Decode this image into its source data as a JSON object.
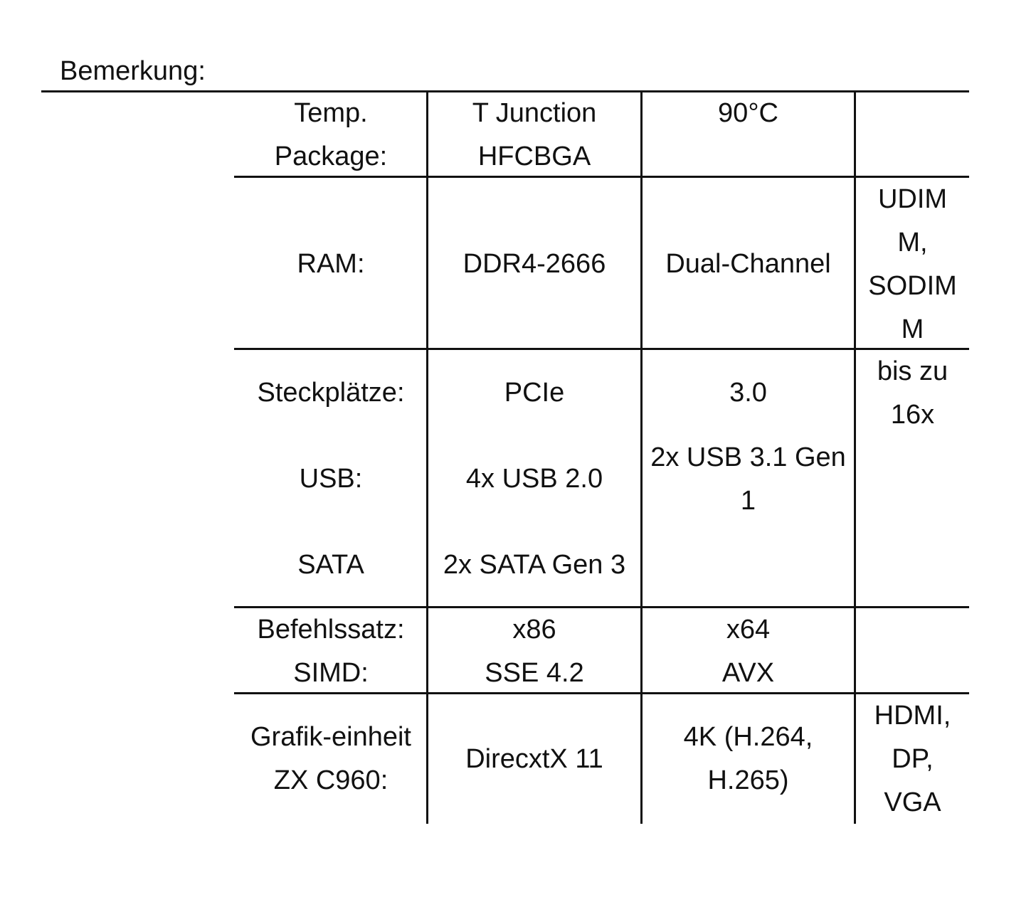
{
  "remark_label": "Bemerkung:",
  "rows": [
    {
      "label": [
        "Temp.",
        "Package:"
      ],
      "col1": [
        "T Junction",
        "HFCBGA"
      ],
      "col2": [
        "90°C"
      ],
      "col3": []
    },
    {
      "label": [
        "RAM:"
      ],
      "col1": [
        "DDR4-2666"
      ],
      "col2": [
        "Dual-Channel"
      ],
      "col3": [
        "UDIM",
        "M,",
        "SODIM",
        "M"
      ]
    },
    {
      "labels": [
        "Steckplätze:",
        "USB:",
        "SATA"
      ],
      "col1": [
        "PCIe",
        "4x USB 2.0",
        "2x SATA Gen 3"
      ],
      "col2_top": "3.0",
      "col2_usb": [
        "2x USB 3.1 Gen",
        "1"
      ],
      "col3": [
        "bis zu",
        "16x"
      ]
    },
    {
      "label": [
        "Befehlssatz:",
        "SIMD:"
      ],
      "col1": [
        "x86",
        "SSE 4.2"
      ],
      "col2": [
        "x64",
        "AVX"
      ],
      "col3": []
    },
    {
      "label": [
        "Grafik-einheit",
        "ZX C960:"
      ],
      "col1": [
        "DirecxtX 11"
      ],
      "col2": [
        "4K (H.264,",
        "H.265)"
      ],
      "col3": [
        "HDMI,",
        "DP,",
        "VGA"
      ]
    }
  ]
}
